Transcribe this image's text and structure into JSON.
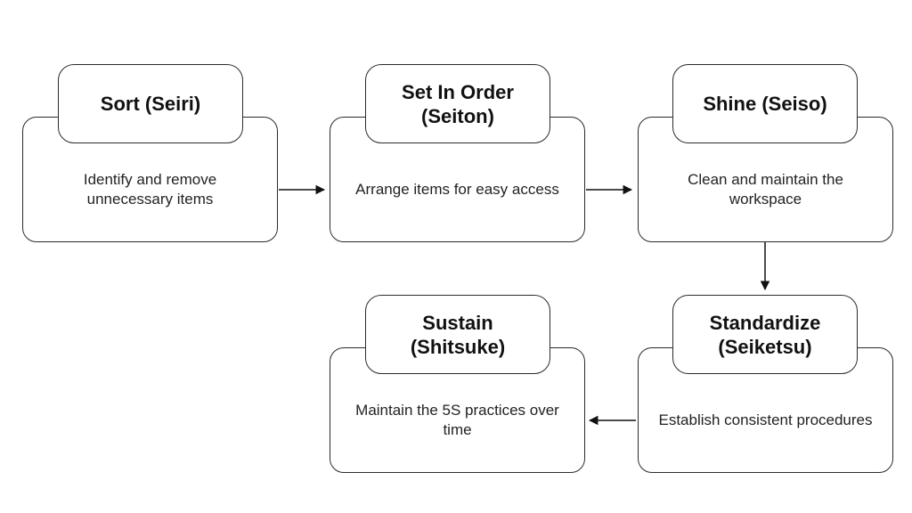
{
  "steps": [
    {
      "title": "Sort (Seiri)",
      "description": "Identify and remove unnecessary items"
    },
    {
      "title": "Set In Order (Seiton)",
      "description": "Arrange items for easy access"
    },
    {
      "title": "Shine (Seiso)",
      "description": "Clean and maintain the workspace"
    },
    {
      "title": "Standardize (Seiketsu)",
      "description": "Establish consistent procedures"
    },
    {
      "title": "Sustain (Shitsuke)",
      "description": "Maintain the 5S practices over time"
    }
  ],
  "colors": {
    "stroke": "#2b2b2b",
    "background": "#ffffff",
    "text": "#111111"
  }
}
